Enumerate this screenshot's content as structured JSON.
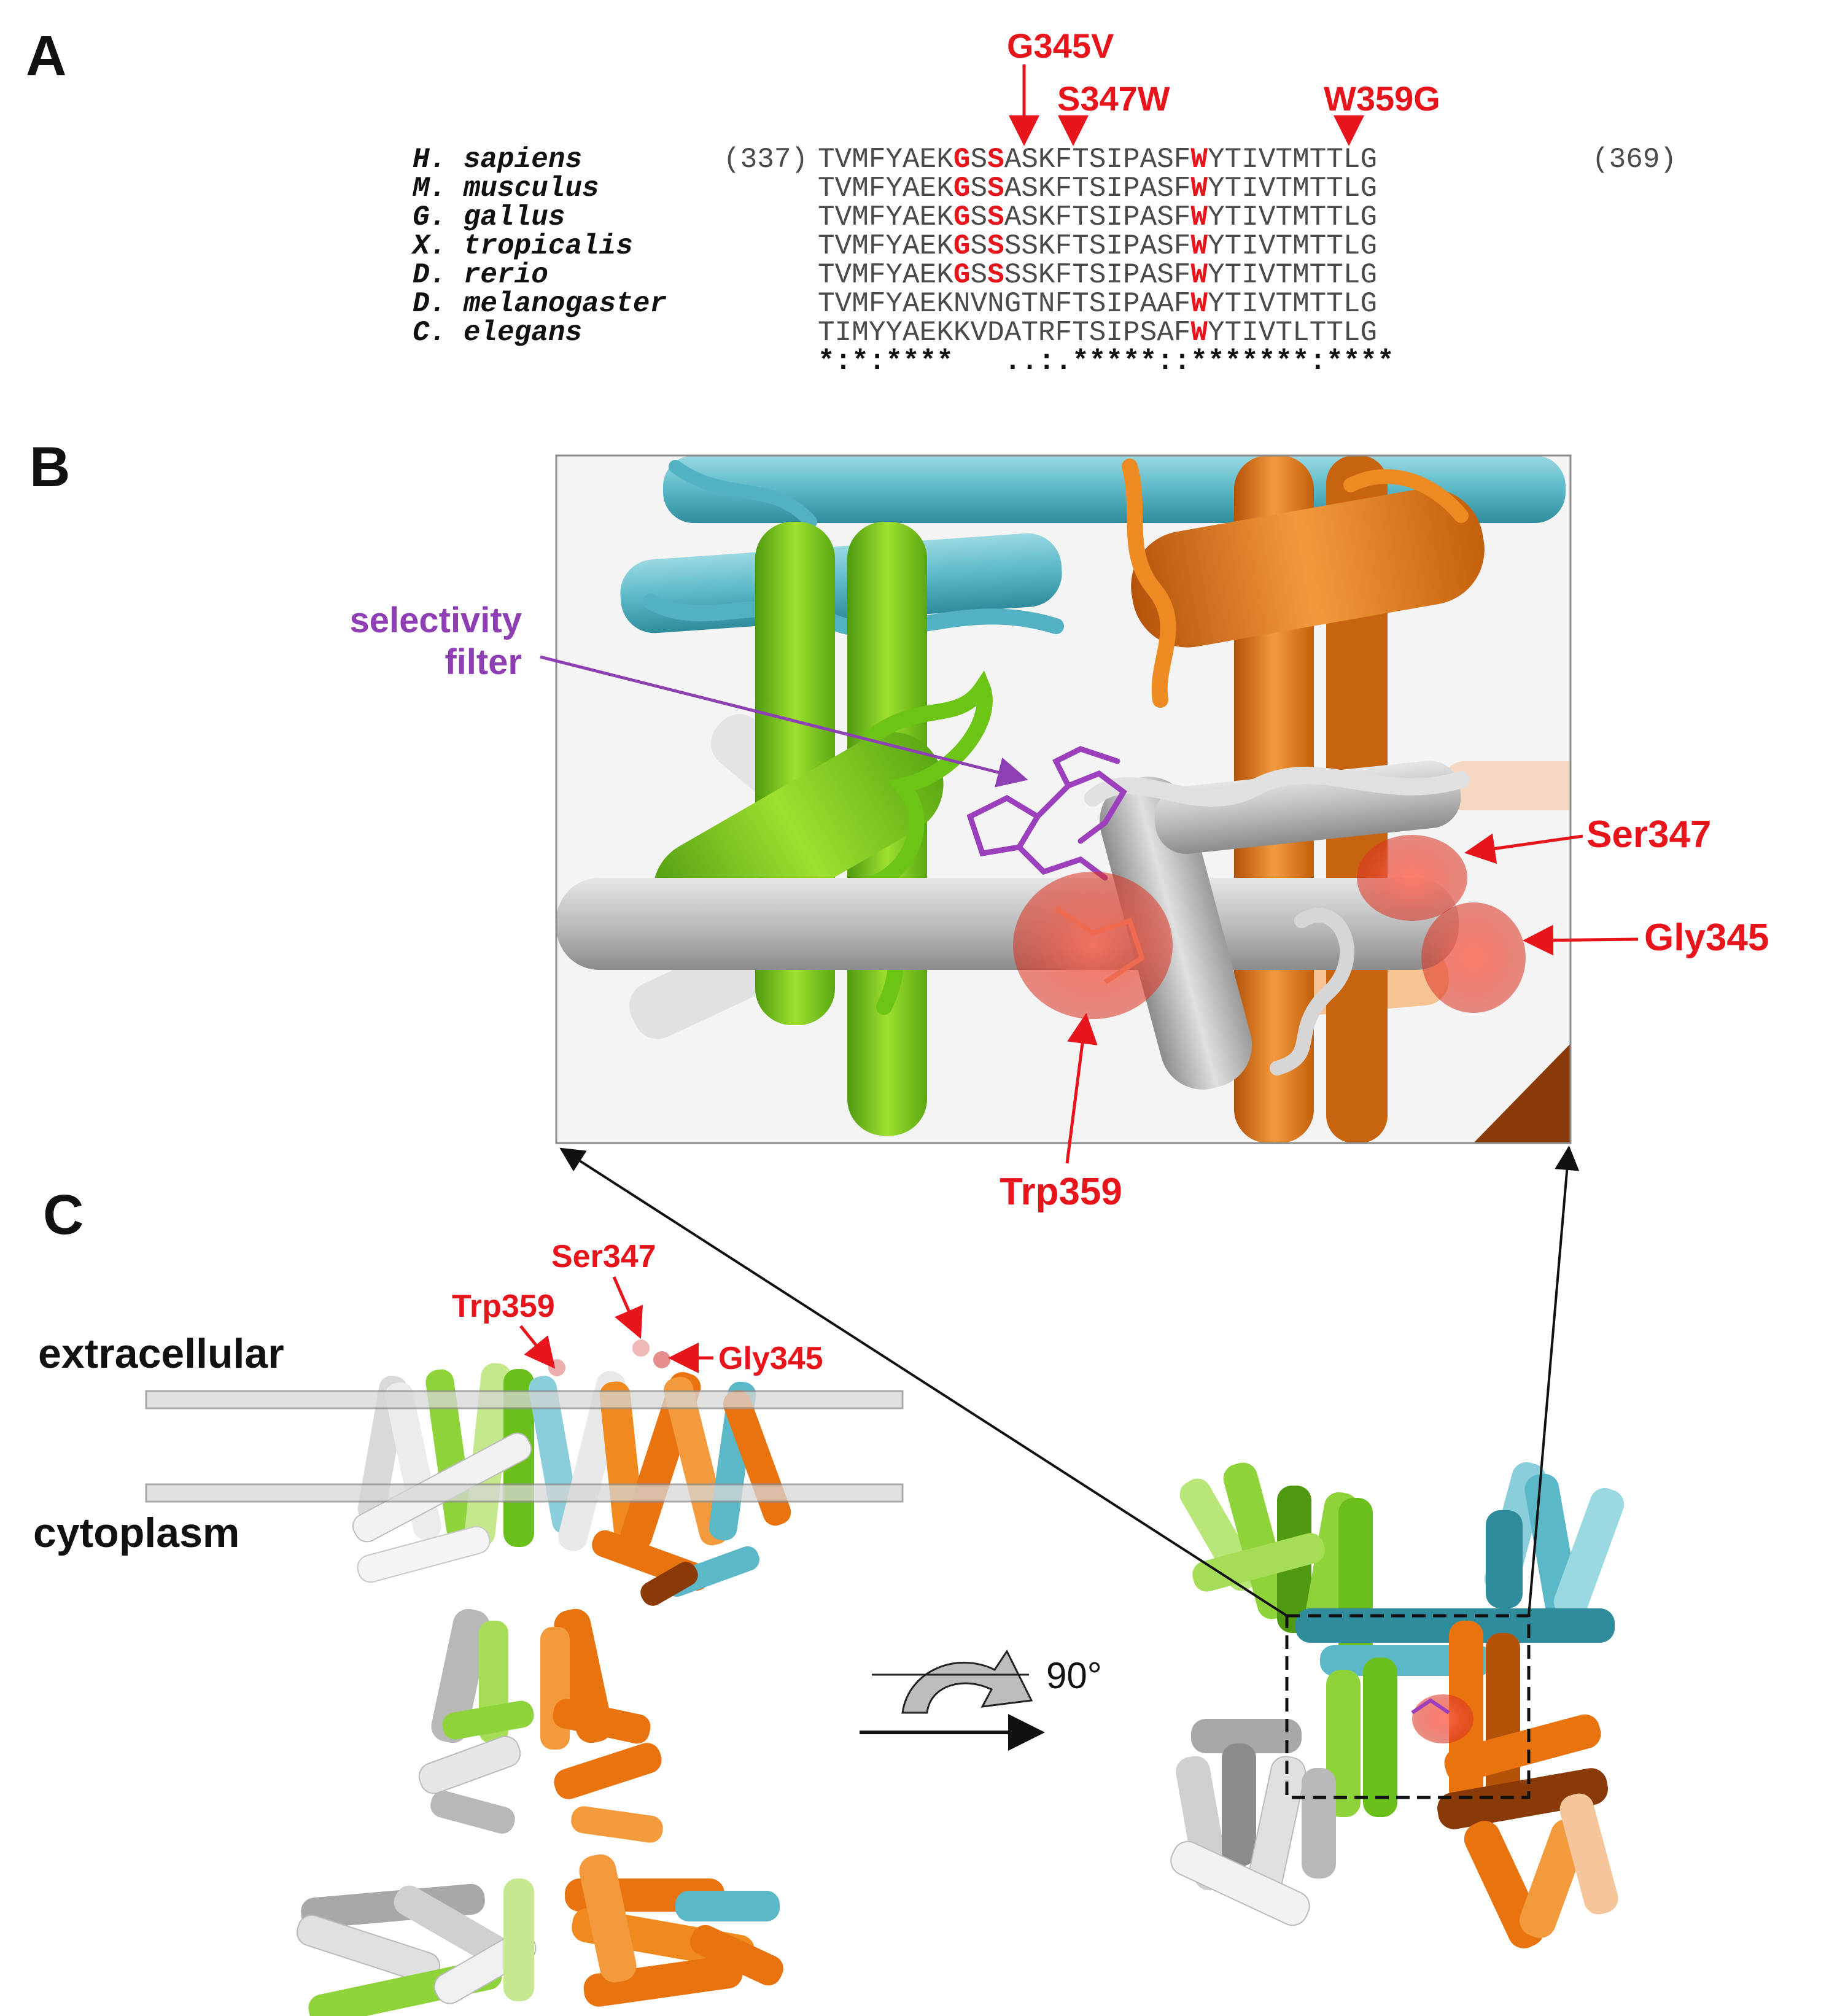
{
  "panel_a": {
    "letter": "A",
    "mutations": [
      "G345V",
      "S347W",
      "W359G"
    ],
    "start_label": "(337)",
    "end_label": "(369)",
    "rows": [
      {
        "species": "H. sapiens",
        "seq": "TVMFYAEKGSSASKFTSIPASFWYTIVTMTTLG"
      },
      {
        "species": "M. musculus",
        "seq": "TVMFYAEKGSSASKFTSIPASFWYTIVTMTTLG"
      },
      {
        "species": "G. gallus",
        "seq": "TVMFYAEKGSSASKFTSIPASFWYTIVTMTTLG"
      },
      {
        "species": "X. tropicalis",
        "seq": "TVMFYAEKGSSSSKFTSIPASFWYTIVTMTTLG"
      },
      {
        "species": "D. rerio",
        "seq": "TVMFYAEKGSSSSKFTSIPASFWYTIVTMTTLG"
      },
      {
        "species": "D. melanogaster",
        "seq": "TVMFYAEKNVNGTNFTSIPAAFWYTIVTMTTLG"
      },
      {
        "species": "C. elegans",
        "seq": "TIMYYAEKKVDATRFTSIPSAFWYTIVTLTTLG"
      }
    ],
    "conservation": "*:*:****   ..:.*****::*******:****"
  },
  "panel_b": {
    "letter": "B",
    "selectivity_filter": [
      "selectivity",
      "filter"
    ],
    "ser_label": "Ser347",
    "gly_label": "Gly345",
    "trp_label": "Trp359"
  },
  "panel_c": {
    "letter": "C",
    "extracellular": "extracellular",
    "cytoplasm": "cytoplasm",
    "ser_label": "Ser347",
    "trp_label": "Trp359",
    "gly_label": "Gly345",
    "rotation": "90°"
  },
  "colors": {
    "mutation_red": "#e8141b",
    "selectivity_purple": "#8e3fb4",
    "green": "#7ccc1a",
    "orange": "#e9730f",
    "cyan": "#5ab8c8",
    "gray": "#b4b4b4"
  }
}
